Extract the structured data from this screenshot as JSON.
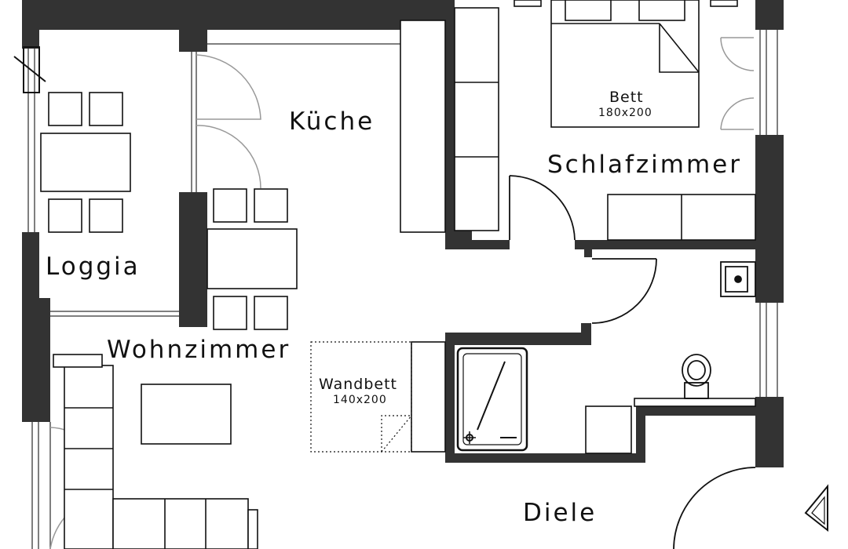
{
  "rooms": {
    "kueche": "Küche",
    "schlafzimmer": "Schlafzimmer",
    "loggia": "Loggia",
    "wohnzimmer": "Wohnzimmer",
    "diele": "Diele"
  },
  "furniture": {
    "bett": {
      "label": "Bett",
      "size": "180x200"
    },
    "wandbett": {
      "label": "Wandbett",
      "size": "140x200"
    }
  },
  "colors": {
    "wall": "#333333",
    "line": "#111111",
    "thin": "#8a8a8a",
    "background": "#ffffff"
  },
  "icons": [
    "north-arrow-icon",
    "sink-icon",
    "toilet-icon",
    "shower-icon"
  ]
}
